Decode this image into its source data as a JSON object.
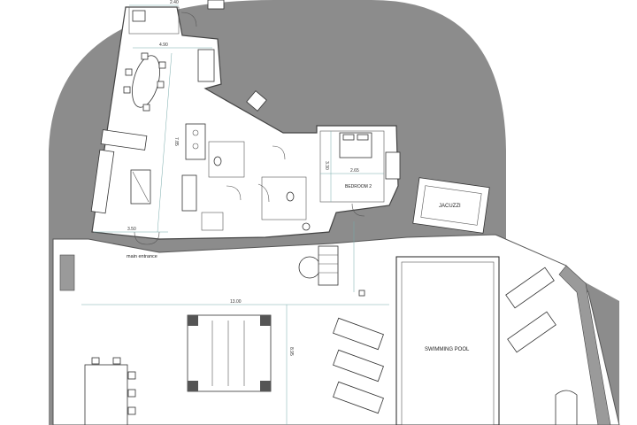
{
  "plan": {
    "labels": {
      "main_entrance": "main entrance",
      "bedroom_2": "BEDROOM 2",
      "jacuzzi": "JACUZZI",
      "swimming_pool": "SWIMMING POOL"
    },
    "dimensions": {
      "top_room": "2.40",
      "living_width": "4.90",
      "living_length": "7.85",
      "entrance_width": "3.50",
      "bedroom_width": "2.65",
      "bedroom_depth": "3.30",
      "terrace_width": "13.00",
      "terrace_depth": "8.95"
    },
    "colors": {
      "ground": "#8c8c8c",
      "paper": "#ffffff",
      "line": "#444444"
    }
  }
}
